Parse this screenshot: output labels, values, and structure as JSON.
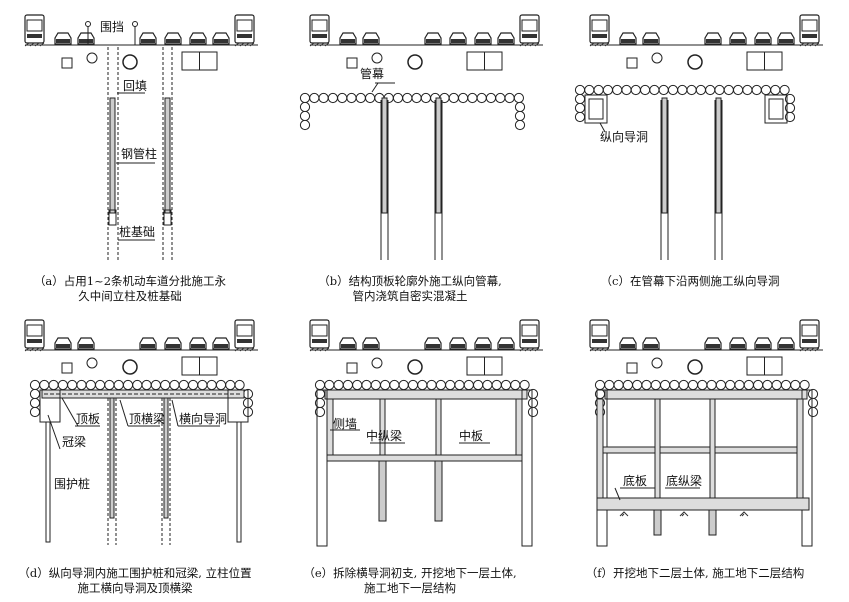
{
  "panels": [
    {
      "id": "a",
      "caption_line1": "（a）占用1~2条机动车道分批施工永",
      "caption_line2": "久中间立柱及桩基础",
      "labels": {
        "hoarding": "围挡",
        "backfill": "回填",
        "steel_column": "钢管柱",
        "pile_foundation": "桩基础"
      }
    },
    {
      "id": "b",
      "caption_line1": "（b）结构顶板轮廓外施工纵向管幕,",
      "caption_line2": "管内浇筑自密实混凝土",
      "labels": {
        "pipe_roof": "管幕"
      }
    },
    {
      "id": "c",
      "caption_line1": "（c）在管幕下沿两侧施工纵向导洞",
      "caption_line2": "",
      "labels": {
        "longitudinal_drift": "纵向导洞"
      }
    },
    {
      "id": "d",
      "caption_line1": "（d）纵向导洞内施工围护桩和冠梁, 立柱位置",
      "caption_line2": "施工横向导洞及顶横梁",
      "labels": {
        "top_slab": "顶板",
        "top_cross_beam": "顶横梁",
        "transverse_drift": "横向导洞",
        "crown_beam": "冠梁",
        "retaining_pile": "围护桩"
      }
    },
    {
      "id": "e",
      "caption_line1": "（e）拆除横导洞初支, 开挖地下一层土体,",
      "caption_line2": "施工地下一层结构",
      "labels": {
        "side_wall": "侧墙",
        "middle_long_beam": "中纵梁",
        "middle_slab": "中板"
      }
    },
    {
      "id": "f",
      "caption_line1": "（f）开挖地下二层土体, 施工地下二层结构",
      "caption_line2": "",
      "labels": {
        "bottom_slab": "底板",
        "bottom_long_beam": "底纵梁"
      }
    }
  ]
}
